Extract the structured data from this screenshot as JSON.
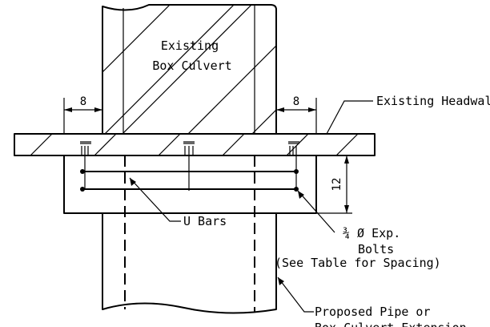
{
  "labels": {
    "culvert_line1": "Existing",
    "culvert_line2": "Box Culvert",
    "headwall": "Existing Headwall",
    "u_bars": "U Bars",
    "bolts_line1": "¾ Ø Exp.",
    "bolts_line2": "Bolts",
    "bolts_line3": "(See Table for Spacing)",
    "pipe_line1": "Proposed Pipe or",
    "pipe_line2": "Box Culvert Extension"
  },
  "dimensions": {
    "left_width": "8",
    "right_width": "8",
    "collar_depth": "12"
  }
}
